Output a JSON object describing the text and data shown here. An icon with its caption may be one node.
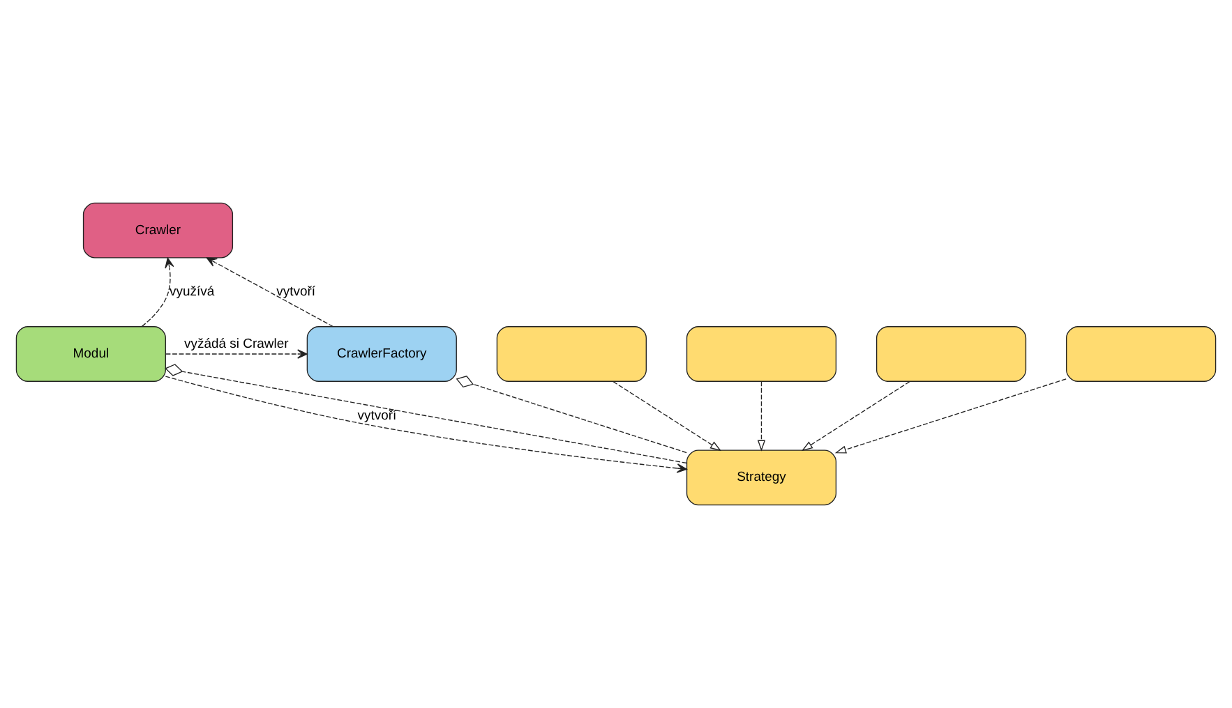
{
  "diagram": {
    "nodes": [
      {
        "text": [
          "Crawler"
        ]
      },
      {
        "text": [
          "Modul"
        ]
      },
      {
        "text": [
          "CrawlerFactory"
        ]
      },
      {
        "text": [
          "Strategy"
        ]
      },
      {
        "text": [],
        "shape": "box"
      },
      {
        "text": [],
        "shape": "box"
      },
      {
        "text": [],
        "shape": "box"
      },
      {
        "text": [],
        "shape": "box"
      }
    ],
    "edges": [
      {
        "from": 1,
        "to": 0,
        "arrow": "to",
        "label": "využívá",
        "style": "dashed"
      },
      {
        "from": 2,
        "to": 0,
        "arrow": "to",
        "label": "vytvoří",
        "style": "dashed"
      },
      {
        "from": 1,
        "to": 2,
        "arrow": "to",
        "label": "vyžádá si Crawler",
        "style": "dashed"
      },
      {
        "from": 3,
        "to": 1,
        "arrow": "other",
        "style": "dashed"
      },
      {
        "from": 1,
        "to": 3,
        "arrow": "to",
        "label": "vytvoří",
        "style": "dashed"
      },
      {
        "from": 3,
        "to": 2,
        "arrow": "other",
        "style": "dashed"
      },
      {
        "from": 4,
        "to": 3,
        "arrow": "to",
        "style": "dashed"
      },
      {
        "from": 5,
        "to": 3,
        "arrow": "to",
        "style": "dashed"
      },
      {
        "from": 6,
        "to": 3,
        "arrow": "to",
        "style": "dashed"
      },
      {
        "from": 7,
        "to": 3,
        "arrow": "to",
        "style": "dashed"
      }
    ]
  }
}
